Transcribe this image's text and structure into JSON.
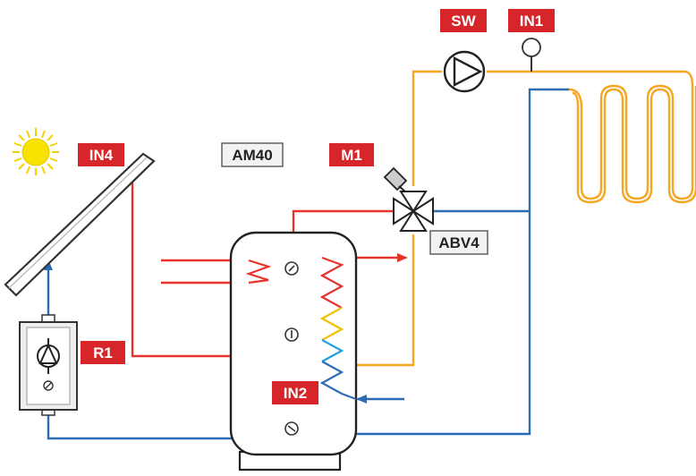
{
  "labels": {
    "sw": "SW",
    "in1": "IN1",
    "in4": "IN4",
    "am40": "AM40",
    "m1": "M1",
    "abv4": "ABV4",
    "r1": "R1",
    "in2": "IN2"
  },
  "colors": {
    "hot": "#e8322c",
    "return": "#2a6db5",
    "heating_flow": "#f5a623",
    "label_red_bg": "#d6262a",
    "label_gray_bg": "#f2f2f2",
    "coil_warm": "#f5c000",
    "coil_cold": "#1ea0e0",
    "sun": "#f7e200"
  },
  "icons": [
    "sun-icon",
    "solar-collector",
    "pump-icon",
    "temperature-sensor-icon",
    "three-way-valve-icon",
    "storage-tank",
    "floor-heating-coil"
  ]
}
